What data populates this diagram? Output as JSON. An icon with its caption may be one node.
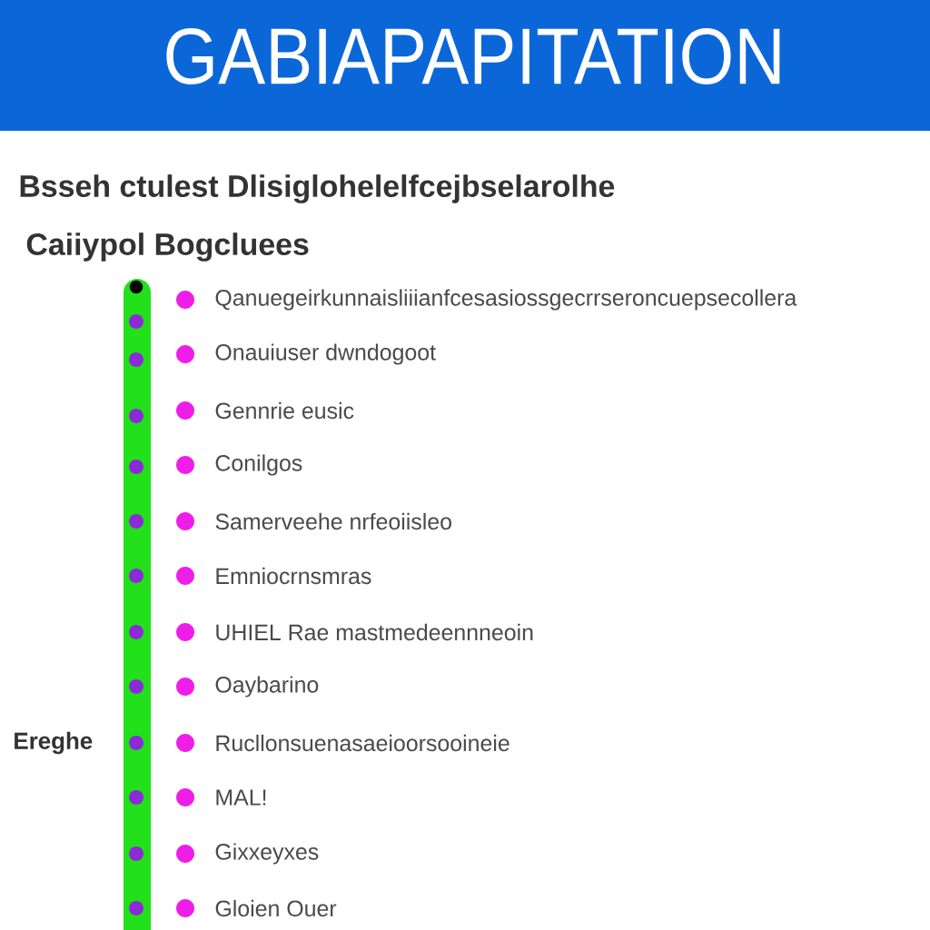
{
  "diagram": {
    "title": "GABIAPAPITATION",
    "labels": [
      "Bsseh ctulest Dlisiglohelelfcejbselarolhe",
      "Caiiypol Bogcluees",
      "Qanuegeirkunnaisliiianfcesasiossgecrrseroncuepsecollera",
      "Onauiuser dwndogoot",
      "Gennrie eusic",
      "Conilgos",
      "Samerveehe nrfeoiisleo",
      "Emniocrnsmras",
      "UHIEL Rae mastmedeennneoin",
      "Oaybarino",
      "Ereghe",
      "Rucllonsuenasaeioorsooineie",
      "MAL!",
      "Gixxeyxes",
      "Gloien Ouer"
    ]
  }
}
